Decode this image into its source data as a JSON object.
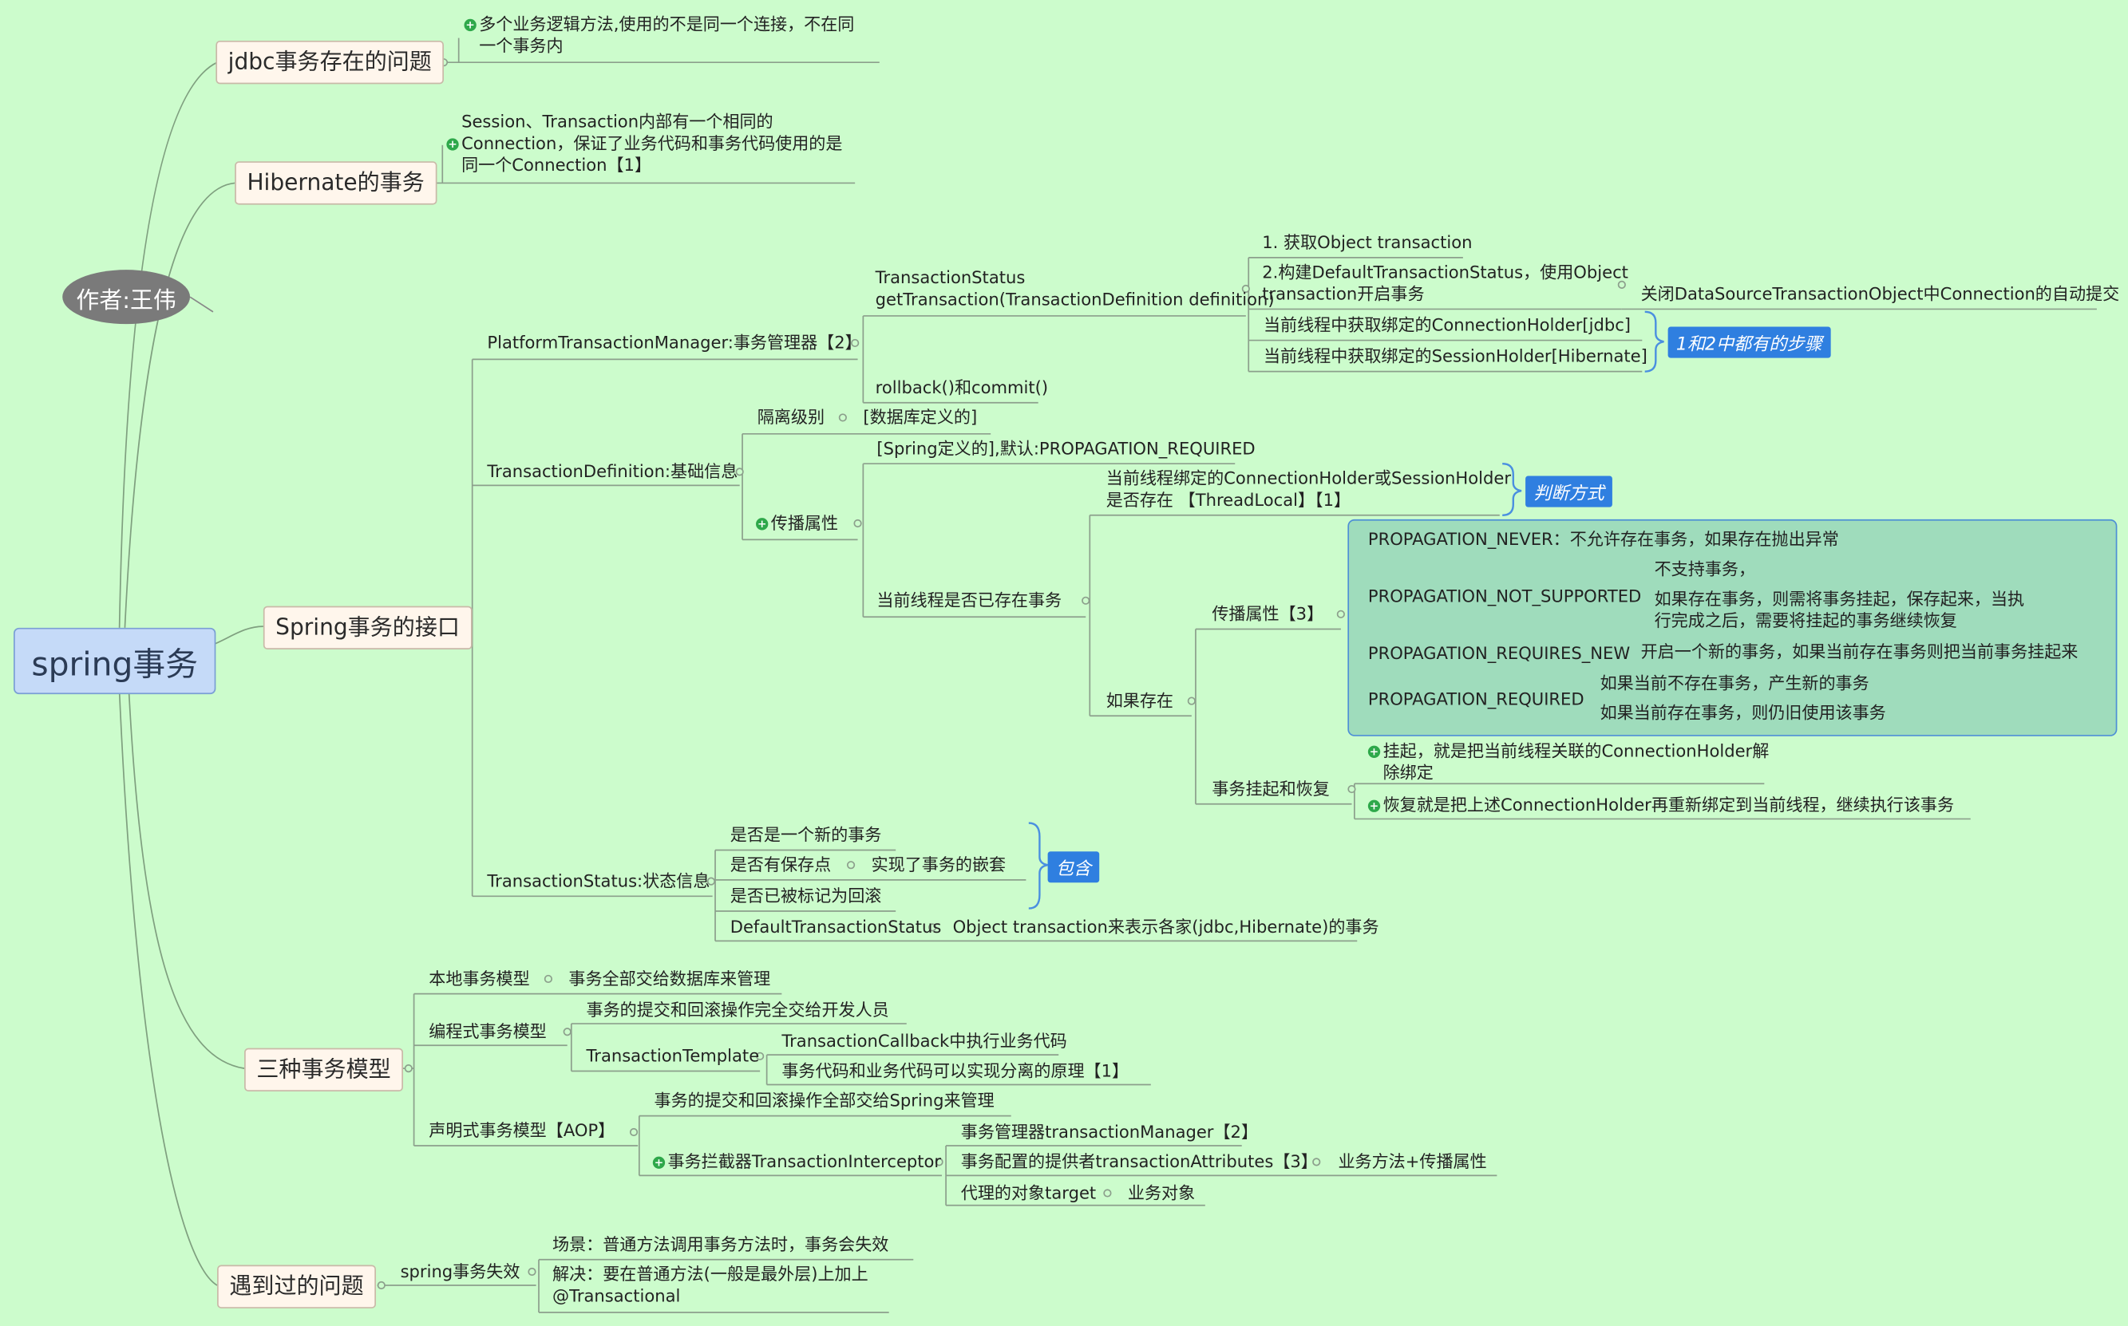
{
  "author": "作者:王伟",
  "root": "spring事务",
  "jdbc": {
    "title": "jdbc事务存在的问题",
    "note_line1": "多个业务逻辑方法,使用的不是同一个连接，不在同",
    "note_line2": "一个事务内"
  },
  "hibernate": {
    "title": "Hibernate的事务",
    "note_line1": "Session、Transaction内部有一个相同的",
    "note_line2": "Connection，保证了业务代码和事务代码使用的是",
    "note_line3": "同一个Connection【1】"
  },
  "spring_api": {
    "title": "Spring事务的接口",
    "ptm": {
      "title": "PlatformTransactionManager:事务管理器【2】",
      "get_line1": "TransactionStatus",
      "get_line2": "getTransaction(TransactionDefinition definition)",
      "step1": "1. 获取Object transaction",
      "step2_line1": "2.构建DefaultTransactionStatus，使用Object",
      "step2_line2": "transaction开启事务",
      "step2_detail": "关闭DataSourceTransactionObject中Connection的自动提交",
      "step_jdbc": "当前线程中获取绑定的ConnectionHolder[jdbc]",
      "step_hib": "当前线程中获取绑定的SessionHolder[Hibernate]",
      "common_label": "1和2中都有的步骤",
      "rollback": "rollback()和commit()"
    },
    "td": {
      "title": "TransactionDefinition:基础信息",
      "isolation": "隔离级别",
      "isolation_detail": "[数据库定义的]",
      "propagation": "传播属性",
      "spring_default": "[Spring定义的],默认:PROPAGATION_REQUIRED",
      "exists": "当前线程是否已存在事务",
      "judge_line1": "当前线程绑定的ConnectionHolder或SessionHolder",
      "judge_line2": "是否存在 【ThreadLocal】【1】",
      "judge_label": "判断方式",
      "if_exists": "如果存在",
      "prop3": "传播属性【3】",
      "never": "PROPAGATION_NEVER：不允许存在事务，如果存在抛出异常",
      "not_supported": "PROPAGATION_NOT_SUPPORTED",
      "ns_1": "不支持事务，",
      "ns_2_line1": "如果存在事务，则需将事务挂起，保存起来，当执",
      "ns_2_line2": "行完成之后，需要将挂起的事务继续恢复",
      "requires_new": "PROPAGATION_REQUIRES_NEW",
      "rn_detail": "开启一个新的事务，如果当前存在事务则把当前事务挂起来",
      "required": "PROPAGATION_REQUIRED",
      "req_1": "如果当前不存在事务，产生新的事务",
      "req_2": "如果当前存在事务，则仍旧使用该事务",
      "suspend": "事务挂起和恢复",
      "suspend_1_line1": "挂起，就是把当前线程关联的ConnectionHolder解",
      "suspend_1_line2": "除绑定",
      "suspend_2": "恢复就是把上述ConnectionHolder再重新绑定到当前线程，继续执行该事务"
    },
    "ts": {
      "title": "TransactionStatus:状态信息",
      "is_new": "是否是一个新的事务",
      "savepoint": "是否有保存点",
      "savepoint_detail": "实现了事务的嵌套",
      "rollback_only": "是否已被标记为回滚",
      "contains_label": "包含",
      "default_status": "DefaultTransactionStatus",
      "default_detail": "Object transaction来表示各家(jdbc,Hibernate)的事务"
    }
  },
  "models": {
    "title": "三种事务模型",
    "local": "本地事务模型",
    "local_detail": "事务全部交给数据库来管理",
    "programmatic": "编程式事务模型",
    "prog_1": "事务的提交和回滚操作完全交给开发人员",
    "template": "TransactionTemplate",
    "tpl_1": "TransactionCallback中执行业务代码",
    "tpl_2": "事务代码和业务代码可以实现分离的原理【1】",
    "declarative": "声明式事务模型【AOP】",
    "decl_1": "事务的提交和回滚操作全部交给Spring来管理",
    "interceptor": "事务拦截器TransactionInterceptor",
    "int_1": "事务管理器transactionManager【2】",
    "int_2": "事务配置的提供者transactionAttributes【3】",
    "int_2_detail": "业务方法+传播属性",
    "int_3": "代理的对象target",
    "int_3_detail": "业务对象"
  },
  "issues": {
    "title": "遇到过的问题",
    "failure": "spring事务失效",
    "scenario": "场景：普通方法调用事务方法时，事务会失效",
    "solution_line1": "解决：要在普通方法(一般是最外层)上加上",
    "solution_line2": "@Transactional"
  },
  "colors": {
    "background": "#ccfccc",
    "root_fill": "#c5daf8",
    "topic_fill": "#fff6ec",
    "label_fill": "#2f7fe0",
    "group_fill": "#9fdcbc",
    "plus": "#2ea84a"
  }
}
